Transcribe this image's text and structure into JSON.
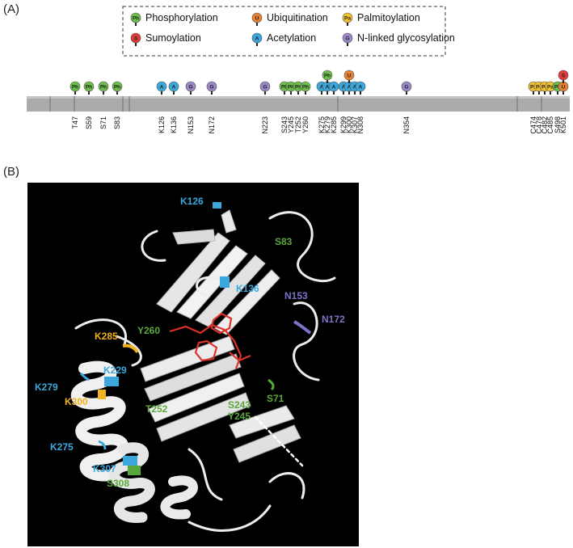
{
  "panel_a": {
    "label": "(A)",
    "legend": [
      {
        "glyph": "Ph",
        "text": "Phosphorylation",
        "color": "#6cc04a"
      },
      {
        "glyph": "U",
        "text": "Ubiquitination",
        "color": "#e8812f"
      },
      {
        "glyph": "Pa",
        "text": "Palmitoylation",
        "color": "#f2c12e"
      },
      {
        "glyph": "S",
        "text": "Sumoylation",
        "color": "#e03a3a"
      },
      {
        "glyph": "A",
        "text": "Acetylation",
        "color": "#3aa7dd"
      },
      {
        "glyph": "G",
        "text": "N-linked glycosylation",
        "color": "#9b86c8"
      }
    ],
    "sites": [
      {
        "res": "T47",
        "mods": [
          "Ph"
        ]
      },
      {
        "res": "S59",
        "mods": [
          "Ph"
        ]
      },
      {
        "res": "S71",
        "mods": [
          "Ph"
        ]
      },
      {
        "res": "S83",
        "mods": [
          "Ph"
        ]
      },
      {
        "res": "K126",
        "mods": [
          "A"
        ]
      },
      {
        "res": "K136",
        "mods": [
          "A"
        ]
      },
      {
        "res": "N153",
        "mods": [
          "G"
        ]
      },
      {
        "res": "N172",
        "mods": [
          "G"
        ]
      },
      {
        "res": "N223",
        "mods": [
          "G"
        ]
      },
      {
        "res": "S243",
        "mods": [
          "Ph"
        ]
      },
      {
        "res": "Y245",
        "mods": [
          "Ph"
        ]
      },
      {
        "res": "T252",
        "mods": [
          "Ph"
        ]
      },
      {
        "res": "Y260",
        "mods": [
          "Ph"
        ]
      },
      {
        "res": "K275",
        "mods": [
          "A"
        ]
      },
      {
        "res": "K279",
        "mods": [
          "A",
          "Ph"
        ]
      },
      {
        "res": "K285",
        "mods": [
          "A"
        ]
      },
      {
        "res": "K299",
        "mods": [
          "A"
        ]
      },
      {
        "res": "K300",
        "mods": [
          "A",
          "U"
        ]
      },
      {
        "res": "K307",
        "mods": [
          "A"
        ]
      },
      {
        "res": "N308",
        "mods": [
          "A"
        ]
      },
      {
        "res": "N354",
        "mods": [
          "G"
        ]
      },
      {
        "res": "C474",
        "mods": [
          "Pa"
        ]
      },
      {
        "res": "C478",
        "mods": [
          "Pa"
        ]
      },
      {
        "res": "C482",
        "mods": [
          "Pa"
        ]
      },
      {
        "res": "C485",
        "mods": [
          "Pa"
        ]
      },
      {
        "res": "S498",
        "mods": [
          "Ph"
        ]
      },
      {
        "res": "K501",
        "mods": [
          "U",
          "S"
        ]
      }
    ]
  },
  "panel_b": {
    "label": "(B)",
    "labels": [
      {
        "text": "K126",
        "color": "#3aa7dd"
      },
      {
        "text": "S83",
        "color": "#5aa83c"
      },
      {
        "text": "K136",
        "color": "#3aa7dd"
      },
      {
        "text": "N153",
        "color": "#7b74c9"
      },
      {
        "text": "N172",
        "color": "#7b74c9"
      },
      {
        "text": "K285",
        "color": "#f2b21e"
      },
      {
        "text": "Y260",
        "color": "#5aa83c"
      },
      {
        "text": "K229",
        "color": "#3aa7dd"
      },
      {
        "text": "K279",
        "color": "#3aa7dd"
      },
      {
        "text": "K300",
        "color": "#f2b21e"
      },
      {
        "text": "T252",
        "color": "#5aa83c"
      },
      {
        "text": "S71",
        "color": "#5aa83c"
      },
      {
        "text": "S243",
        "color": "#5aa83c"
      },
      {
        "text": "Y245",
        "color": "#5aa83c"
      },
      {
        "text": "K275",
        "color": "#3aa7dd"
      },
      {
        "text": "K307",
        "color": "#3aa7dd"
      },
      {
        "text": "S308",
        "color": "#5aa83c"
      }
    ]
  }
}
